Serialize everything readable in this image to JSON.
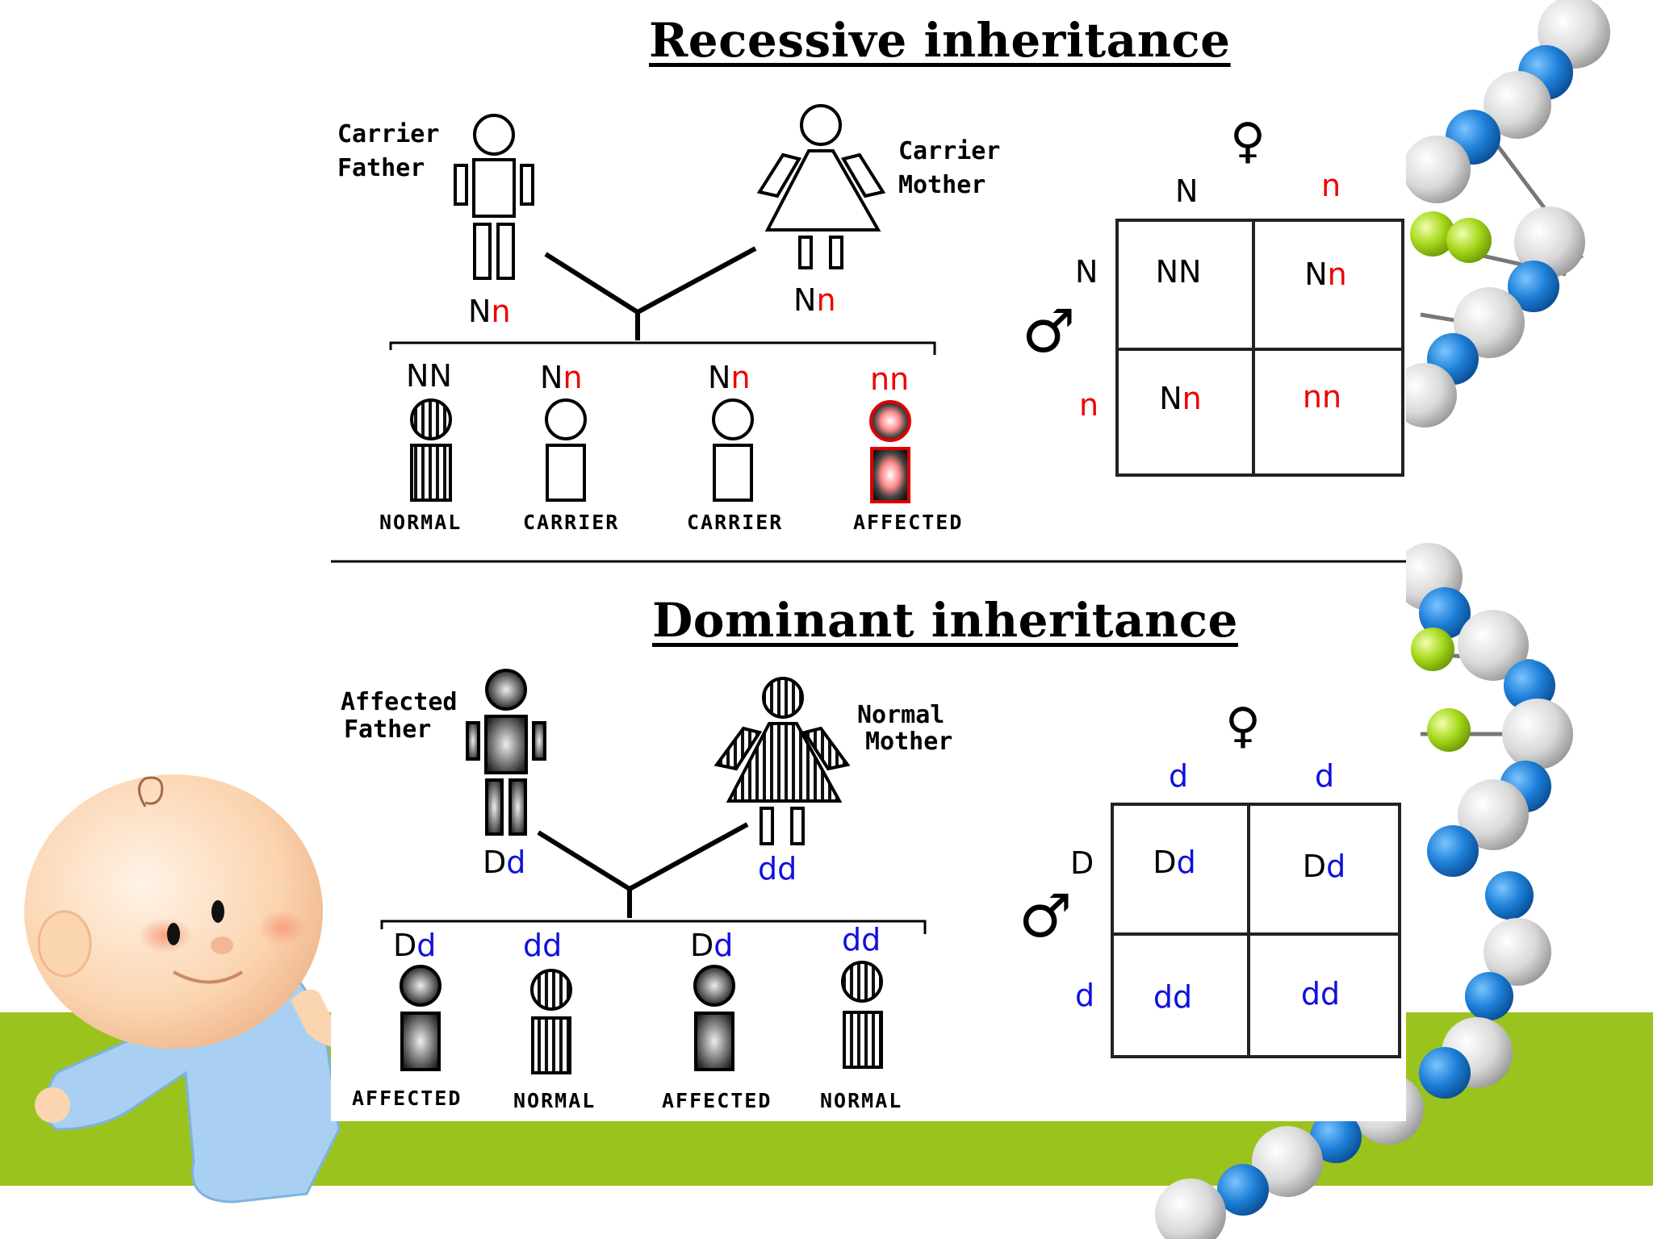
{
  "colors": {
    "recessive": "#ee0000",
    "dominant": "#1010dd",
    "grass": "#9bc31e",
    "bead_blue": "#1d80d8",
    "bead_green": "#a6d81c"
  },
  "recessive": {
    "title": "Recessive inheritance",
    "father": {
      "label_1": "Carrier",
      "label_2": "Father",
      "genotype": [
        "N",
        "n"
      ]
    },
    "mother": {
      "label_1": "Carrier",
      "label_2": "Mother",
      "genotype": [
        "N",
        "n"
      ]
    },
    "children": [
      {
        "genotype": [
          "N",
          "N"
        ],
        "status": "NORMAL"
      },
      {
        "genotype": [
          "N",
          "n"
        ],
        "status": "CARRIER"
      },
      {
        "genotype": [
          "N",
          "n"
        ],
        "status": "CARRIER"
      },
      {
        "genotype": [
          "n",
          "n"
        ],
        "status": "AFFECTED"
      }
    ],
    "punnett": {
      "female_symbol": "♀",
      "male_symbol": "♂",
      "columns": [
        "N",
        "n"
      ],
      "rows": [
        "N",
        "n"
      ],
      "cells": [
        [
          "NN",
          "Nn"
        ],
        [
          "Nn",
          "nn"
        ]
      ]
    }
  },
  "dominant": {
    "title": "Dominant inheritance",
    "father": {
      "label_1": "Affected",
      "label_2": "Father",
      "genotype": [
        "D",
        "d"
      ]
    },
    "mother": {
      "label_1": "Normal",
      "label_2": "Mother",
      "genotype": [
        "d",
        "d"
      ]
    },
    "children": [
      {
        "genotype": [
          "D",
          "d"
        ],
        "status": "AFFECTED"
      },
      {
        "genotype": [
          "d",
          "d"
        ],
        "status": "NORMAL"
      },
      {
        "genotype": [
          "D",
          "d"
        ],
        "status": "AFFECTED"
      },
      {
        "genotype": [
          "d",
          "d"
        ],
        "status": "NORMAL"
      }
    ],
    "punnett": {
      "female_symbol": "♀",
      "male_symbol": "♂",
      "columns": [
        "d",
        "d"
      ],
      "rows": [
        "D",
        "d"
      ],
      "cells": [
        [
          "Dd",
          "Dd"
        ],
        [
          "dd",
          "dd"
        ]
      ]
    }
  }
}
